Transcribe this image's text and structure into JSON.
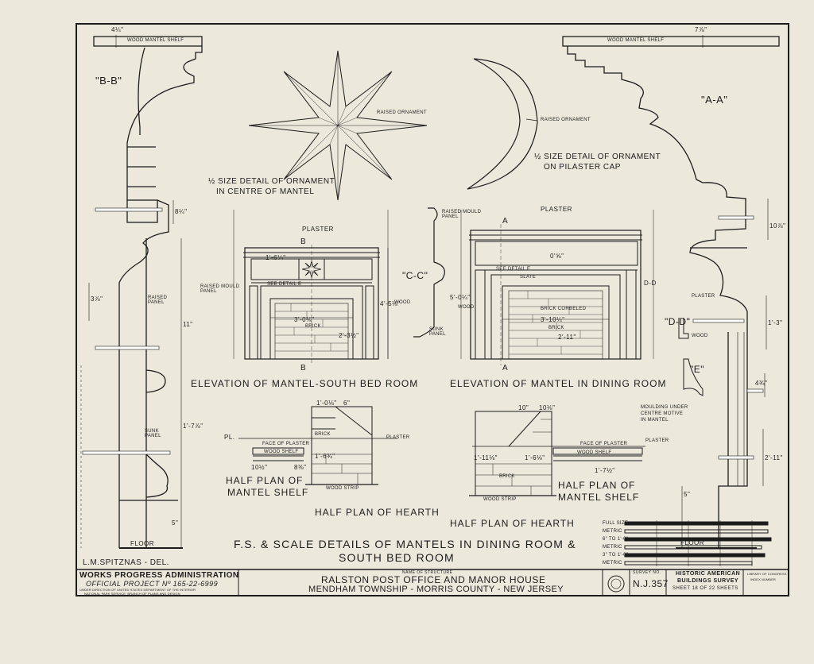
{
  "sections": {
    "bb": "\"B-B\"",
    "aa": "\"A-A\"",
    "cc": "\"C-C\"",
    "dd": "\"D-D\"",
    "e": "\"E\""
  },
  "dimensions": {
    "bb_top": "4¼\"",
    "aa_top": "7⅞\"",
    "bb_8": "8¼\"",
    "bb_3": "3⅞\"",
    "bb_11": "11\"",
    "bb_1_7": "1'-7⅞\"",
    "bb_5": "5\"",
    "aa_10": "10⅞\"",
    "aa_1_3": "1'-3\"",
    "aa_4": "4¾\"",
    "aa_2_11": "2'-11\"",
    "aa_5": "5\"",
    "south_width": "1'-6¼\"",
    "south_opening": "3'-0⅛\"",
    "south_height": "4'-5⅛\"",
    "south_sub": "2'-3½\"",
    "dining_width": "3'-10¼\"",
    "dining_height": "5'-0¼\"",
    "dining_top": "0'⅝\"",
    "dining_sub": "2'-11\"",
    "hearth1_a": "1'-0⅛\"",
    "hearth1_b": "6\"",
    "hearth1_c": "1'-6¾\"",
    "hearth1_d": "10½\"",
    "hearth1_e": "8⅜\"",
    "hearth2_a": "10\"",
    "hearth2_b": "10⅛\"",
    "hearth2_c": "1'-6⅛\"",
    "hearth2_d": "1'-11⅛\"",
    "hearth2_e": "1'-7½\""
  },
  "labels": {
    "wood_mantel_shelf_left": "WOOD MANTEL SHELF",
    "wood_mantel_shelf_right": "WOOD MANTEL SHELF",
    "raised_ornament_star": "RAISED ORNAMENT",
    "raised_ornament_moon": "RAISED ORNAMENT",
    "star_caption_1": "½ SIZE DETAIL OF ORNAMENT",
    "star_caption_2": "IN CENTRE OF MANTEL",
    "moon_caption_1": "½ SIZE DETAIL OF ORNAMENT",
    "moon_caption_2": "ON PILASTER CAP",
    "raised_panel": "RAISED PANEL",
    "sunk_panel": "SUNK PANEL",
    "floor_left": "FLOOR",
    "floor_right": "FLOOR",
    "plaster_south": "PLASTER",
    "plaster_dining": "PLASTER",
    "raised_mould_panel_south": "RAISED MOULD PANEL",
    "raised_mould_panel_cc": "RAISED MOULD PANEL",
    "sunk_panel_cc": "SUNK PANEL",
    "see_detail_e_south": "SEE DETAIL E",
    "see_detail_e_dining": "SEE DETAIL E",
    "slate": "SLATE",
    "brick_corbeled": "BRICK CORBELED",
    "brick_south": "BRICK",
    "brick_dining": "BRICK",
    "wood_south": "WOOD",
    "wood_dining": "WOOD",
    "section_b_top": "B",
    "section_b_bottom": "B",
    "section_a_top": "A",
    "section_a_bottom": "A",
    "dd_tag": "D-D",
    "moulding_note_1": "MOULDING UNDER",
    "moulding_note_2": "CENTRE MOTIVE",
    "moulding_note_3": "IN MANTEL",
    "plaster_dd": "PLASTER",
    "wood_dd": "WOOD"
  },
  "captions": {
    "elev_south": "ELEVATION OF MANTEL-SOUTH BED ROOM",
    "elev_dining": "ELEVATION OF MANTEL IN DINING ROOM",
    "half_plan_shelf_left_1": "HALF PLAN OF",
    "half_plan_shelf_left_2": "MANTEL SHELF",
    "half_plan_shelf_right_1": "HALF PLAN OF",
    "half_plan_shelf_right_2": "MANTEL SHELF",
    "half_plan_hearth_left": "HALF PLAN OF HEARTH",
    "half_plan_hearth_right": "HALF PLAN OF HEARTH",
    "main_title_1": "F.S. & SCALE DETAILS OF MANTELS IN DINING ROOM &",
    "main_title_2": "SOUTH BED ROOM",
    "delineator": "L.M.SPITZNAS - DEL."
  },
  "plan_labels": {
    "pl": "PL.",
    "face_of_plaster_1": "FACE OF PLASTER",
    "face_of_plaster_2": "FACE OF PLASTER",
    "plaster_1": "PLASTER",
    "plaster_2": "PLASTER",
    "wood_shelf_1": "WOOD SHELF",
    "wood_shelf_2": "WOOD SHELF",
    "brick_1": "BRICK",
    "brick_2": "BRICK",
    "wood_strip_1": "WOOD STRIP",
    "wood_strip_2": "WOOD STRIP"
  },
  "scale_bar": {
    "rows": [
      "FULL SIZE",
      "METRIC",
      "6\" TO 1'-0\"",
      "METRIC",
      "3\" TO 1'-0\"",
      "METRIC"
    ]
  },
  "title_block": {
    "wpa_1": "WORKS PROGRESS ADMINISTRATION",
    "wpa_2": "OFFICIAL PROJECT Nº 165-22-6999",
    "wpa_3": "UNDER DIRECTION OF UNITED STATES DEPARTMENT OF THE INTERIOR",
    "wpa_4": "NATIONAL PARK SERVICE, BRANCH OF PLANS AND DESIGN",
    "name_label": "NAME OF STRUCTURE",
    "name_1": "RALSTON POST OFFICE AND MANOR HOUSE",
    "name_2": "MENDHAM TOWNSHIP - MORRIS COUNTY - NEW JERSEY",
    "survey_label": "SURVEY NO.",
    "survey_no": "N.J.357",
    "habs_1": "HISTORIC AMERICAN",
    "habs_2": "BUILDINGS SURVEY",
    "sheet": "SHEET 18 OF 22 SHEETS",
    "library_1": "LIBRARY OF CONGRESS",
    "library_2": "INDEX NUMBER"
  }
}
